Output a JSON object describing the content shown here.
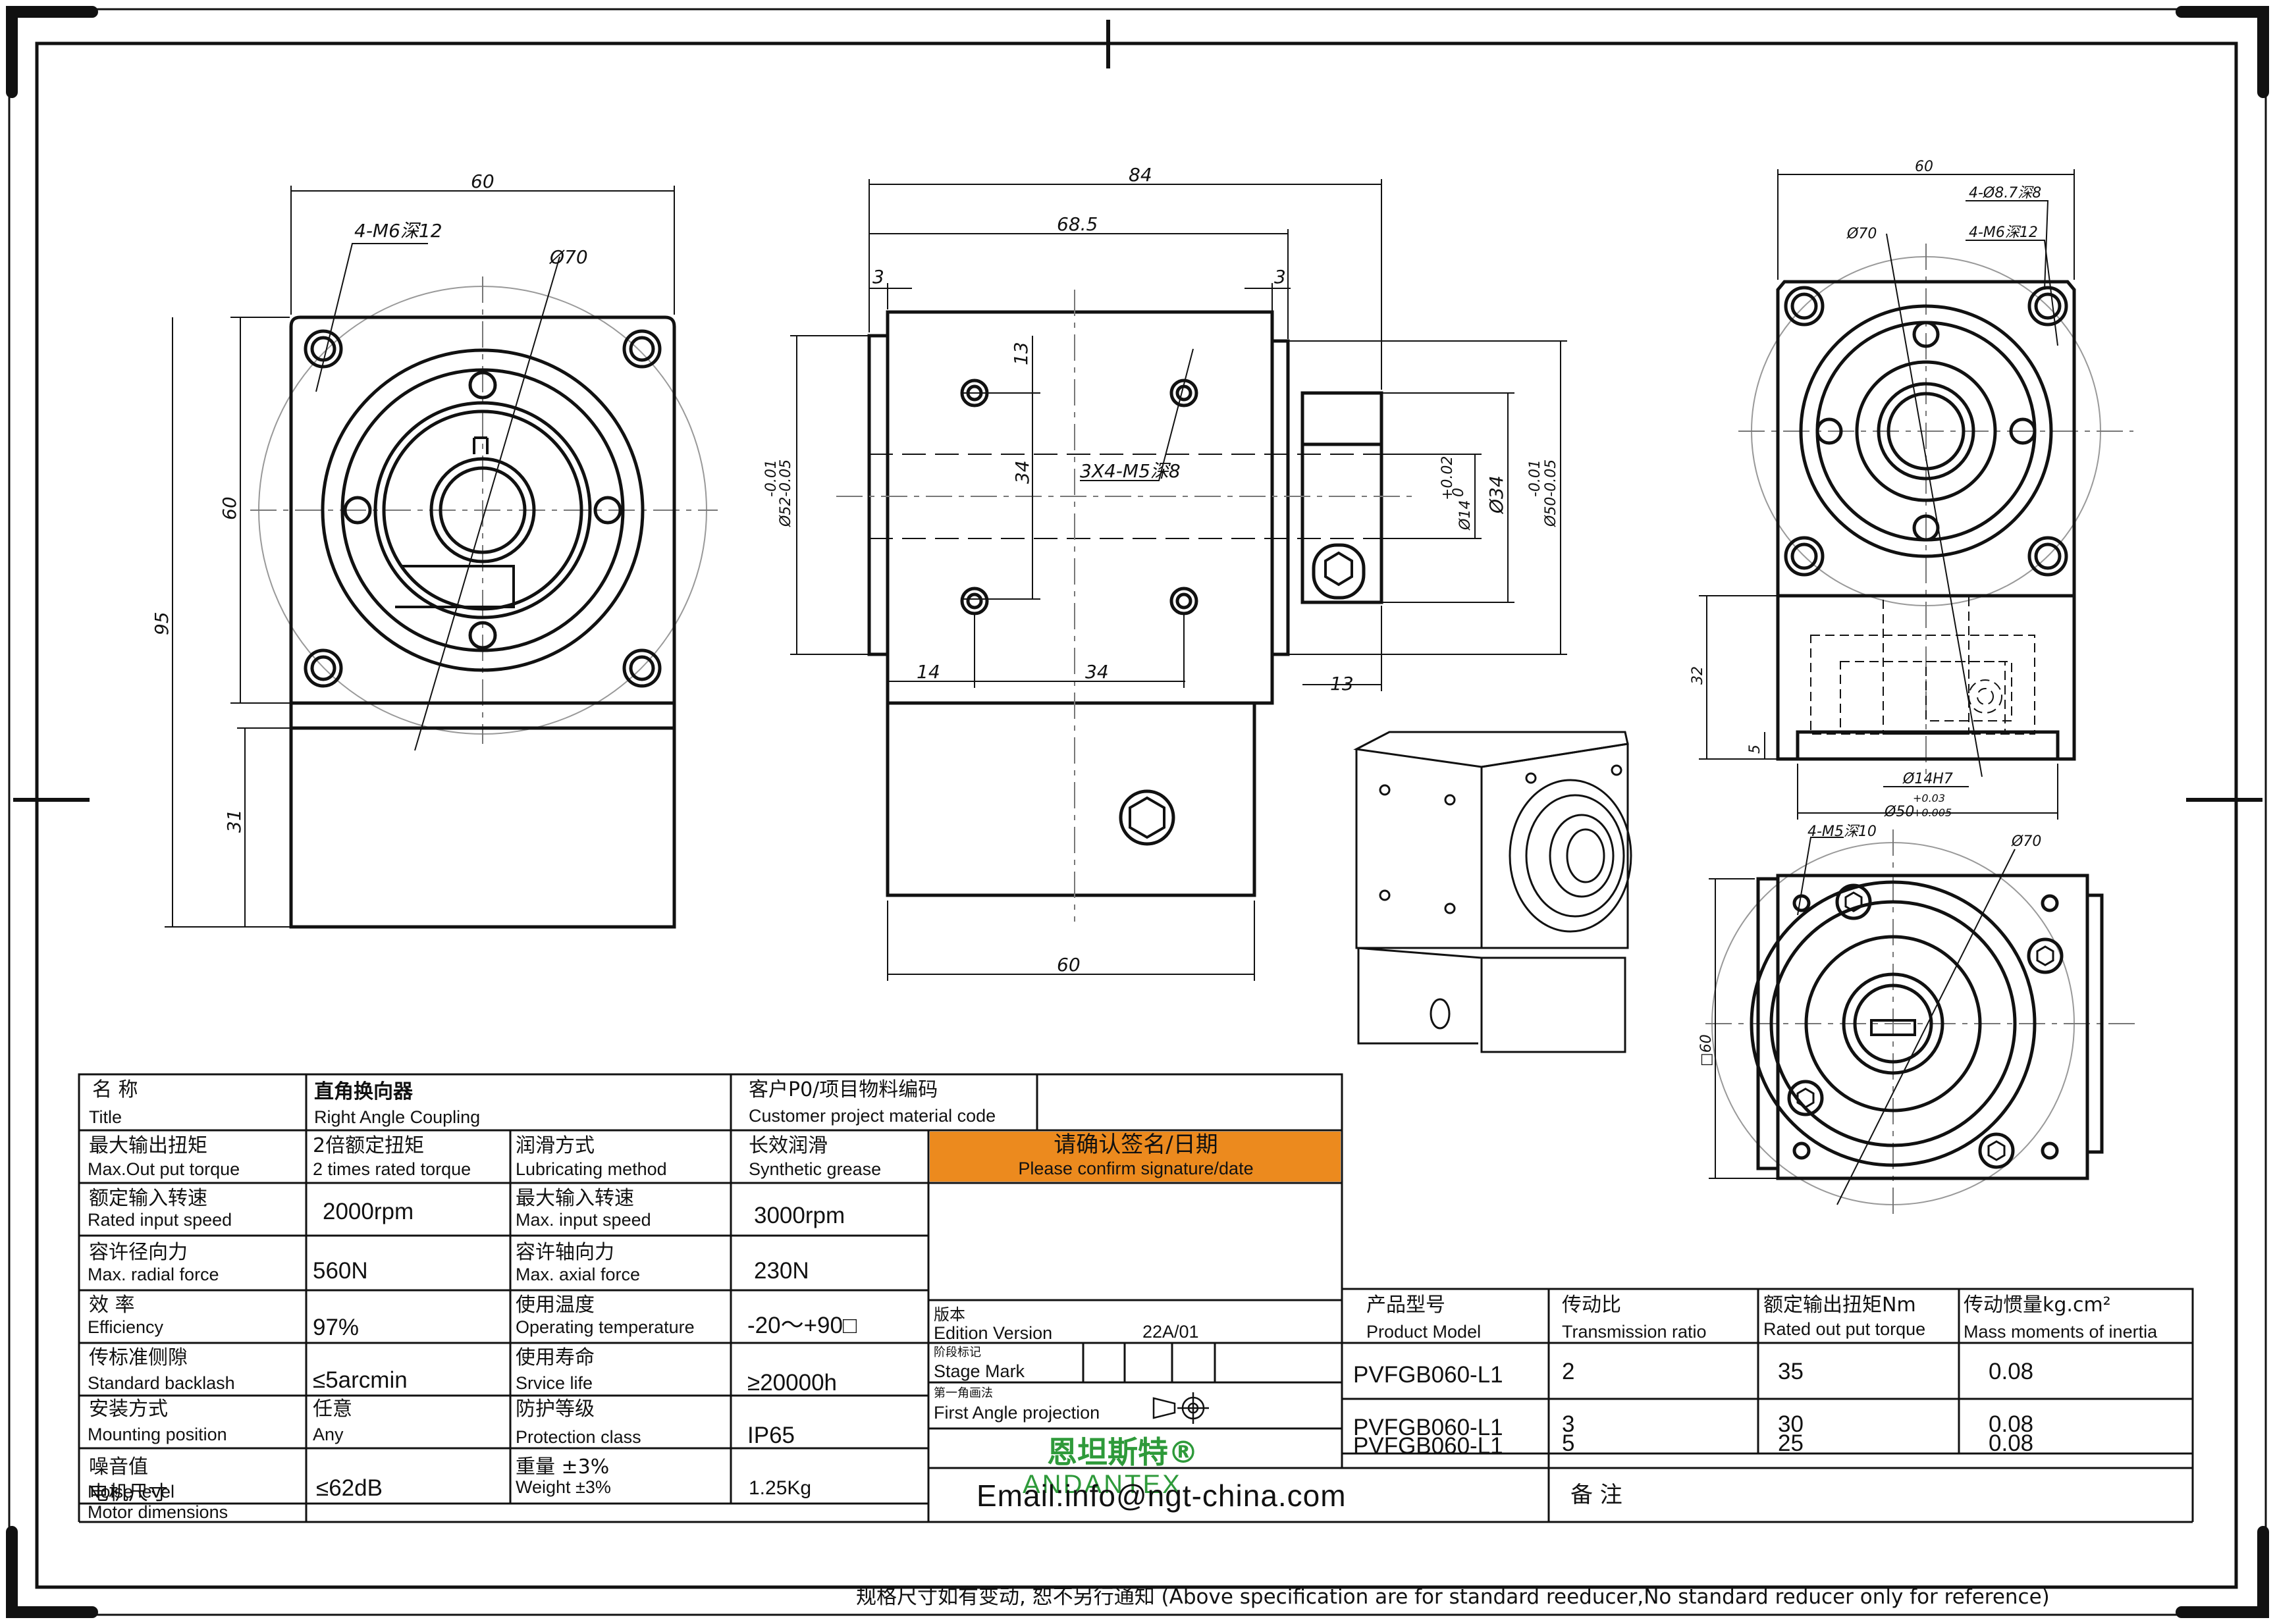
{
  "views": {
    "front": {
      "dims": [
        "60",
        "4-M6深12",
        "Ø70",
        "60",
        "95",
        "31"
      ]
    },
    "side": {
      "dims": [
        "84",
        "68.5",
        "3",
        "3",
        "13",
        "34",
        "3X4-M5深8",
        "Ø52-0.05",
        "-0.01",
        "Ø14",
        "+0.02",
        "0",
        "Ø34",
        "Ø50-0.05",
        "-0.01",
        "14",
        "34",
        "13",
        "60"
      ]
    },
    "right": {
      "dims": [
        "60",
        "4-Ø8.7深8",
        "4-M6深12",
        "Ø70",
        "32",
        "5",
        "Ø14H7",
        "Ø50",
        "+0.03",
        "+0.005"
      ]
    },
    "bottom": {
      "dims": [
        "4-M5深10",
        "Ø70",
        "□60"
      ]
    }
  },
  "title_block": {
    "name": {
      "cn": "名 称",
      "en": "Title",
      "value_cn": "直角换向器",
      "value_en": "Right Angle Coupling"
    },
    "customer": {
      "cn": "客户P0/项目物料编码",
      "en": "Customer project material code"
    },
    "rows": [
      {
        "cn1": "最大输出扭矩",
        "en1": "Max.Out put torque",
        "v1_cn": "2倍额定扭矩",
        "v1_en": "2 times rated torque",
        "cn2": "润滑方式",
        "en2": "Lubricating method",
        "v2_cn": "长效润滑",
        "v2_en": "Synthetic grease"
      },
      {
        "cn1": "额定输入转速",
        "en1": "Rated input speed",
        "v1": "2000rpm",
        "cn2": "最大输入转速",
        "en2": "Max. input speed",
        "v2": "3000rpm"
      },
      {
        "cn1": "容许径向力",
        "en1": "Max. radial force",
        "v1": "560N",
        "cn2": "容许轴向力",
        "en2": "Max. axial force",
        "v2": "230N"
      },
      {
        "cn1": "效 率",
        "en1": "Efficiency",
        "v1": "97%",
        "cn2": "使用温度",
        "en2": "Operating temperature",
        "v2": "-20〜+90□"
      },
      {
        "cn1": "传标准侧隙",
        "en1": "Standard backlash",
        "v1": "≤5arcmin",
        "cn2": "使用寿命",
        "en2": "Srvice life",
        "v2": "≥20000h"
      },
      {
        "cn1": "安装方式",
        "en1": "Mounting position",
        "v1_cn": "任意",
        "v1_en": "Any",
        "cn2": "防护等级",
        "en2": "Protection class",
        "v2": "IP65"
      },
      {
        "cn1": "噪音值",
        "en1": "Noise level",
        "v1": "≤62dB",
        "cn2": "重量 ±3%",
        "en2": "Weight ±3%",
        "v2": "1.25Kg"
      },
      {
        "cn1": "电机尺寸",
        "en1": "Motor dimensions"
      }
    ],
    "confirm": {
      "cn": "请确认签名/日期",
      "en": "Please confirm signature/date",
      "color": "#ec8a1e"
    },
    "edition": {
      "cn": "版本",
      "en": "Edition Version",
      "value": "22A/01"
    },
    "stage": {
      "cn": "阶段标记",
      "en": "Stage Mark"
    },
    "projection": {
      "cn": "第一角画法",
      "en": "First Angle projection"
    },
    "brand": {
      "cn": "恩坦斯特®",
      "en": "ANDANTEX",
      "color": "#2e9a3a"
    },
    "email": "Email:info@ngt-china.com",
    "remark": "备 注",
    "product_table": {
      "headers": [
        {
          "cn": "产品型号",
          "en": "Product Model"
        },
        {
          "cn": "传动比",
          "en": "Transmission ratio"
        },
        {
          "cn": "额定输出扭矩Nm",
          "en": "Rated out put torque"
        },
        {
          "cn": "传动惯量kg.cm²",
          "en": "Mass moments of inertia"
        }
      ],
      "rows": [
        [
          "PVFGB060-L1",
          "2",
          "35",
          "0.08"
        ],
        [
          "PVFGB060-L1",
          "3",
          "30",
          "0.08"
        ],
        [
          "PVFGB060-L1",
          "5",
          "25",
          "0.08"
        ]
      ]
    }
  },
  "footer": "规格尺寸如有变动, 恕不另行通知  (Above specification are for standard reeducer,No standard reducer only for reference)"
}
